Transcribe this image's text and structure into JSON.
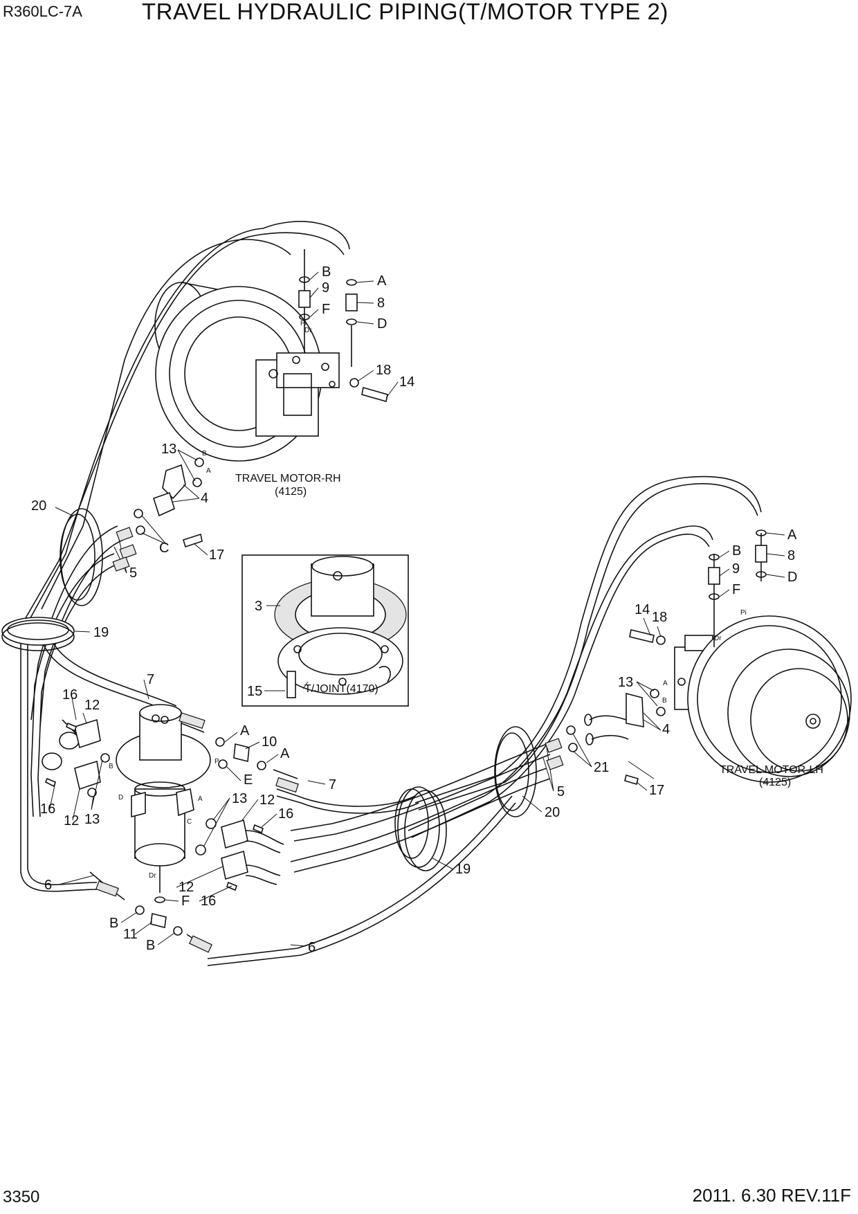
{
  "header": {
    "model": "R360LC-7A",
    "title": "TRAVEL HYDRAULIC PIPING(T/MOTOR TYPE 2)"
  },
  "footer": {
    "page": "3350",
    "revision": "2011. 6.30  REV.11F"
  },
  "components": {
    "motor_rh": {
      "name": "TRAVEL MOTOR-RH",
      "ref": "(4125)"
    },
    "motor_lh": {
      "name": "TRAVEL MOTOR-LH",
      "ref": "(4125)"
    },
    "turning_joint": {
      "name": "T/JOINT(4170)"
    }
  },
  "callouts": [
    {
      "id": "c-rh-B",
      "text": "B"
    },
    {
      "id": "c-rh-9",
      "text": "9"
    },
    {
      "id": "c-rh-F",
      "text": "F"
    },
    {
      "id": "c-rh-A",
      "text": "A"
    },
    {
      "id": "c-rh-8",
      "text": "8"
    },
    {
      "id": "c-rh-D",
      "text": "D"
    },
    {
      "id": "c-rh-18",
      "text": "18"
    },
    {
      "id": "c-rh-14",
      "text": "14"
    },
    {
      "id": "c-rh-13",
      "text": "13"
    },
    {
      "id": "c-rh-4",
      "text": "4"
    },
    {
      "id": "c-rh-C",
      "text": "C"
    },
    {
      "id": "c-rh-17",
      "text": "17"
    },
    {
      "id": "c-rh-5",
      "text": "5"
    },
    {
      "id": "c-20a",
      "text": "20"
    },
    {
      "id": "c-19a",
      "text": "19"
    },
    {
      "id": "c-3",
      "text": "3"
    },
    {
      "id": "c-15",
      "text": "15"
    },
    {
      "id": "c-lh-A",
      "text": "A"
    },
    {
      "id": "c-lh-8",
      "text": "8"
    },
    {
      "id": "c-lh-B",
      "text": "B"
    },
    {
      "id": "c-lh-9",
      "text": "9"
    },
    {
      "id": "c-lh-F",
      "text": "F"
    },
    {
      "id": "c-lh-D",
      "text": "D"
    },
    {
      "id": "c-lh-14",
      "text": "14"
    },
    {
      "id": "c-lh-18",
      "text": "18"
    },
    {
      "id": "c-lh-13",
      "text": "13"
    },
    {
      "id": "c-lh-4",
      "text": "4"
    },
    {
      "id": "c-lh-21",
      "text": "21"
    },
    {
      "id": "c-lh-17",
      "text": "17"
    },
    {
      "id": "c-lh-5",
      "text": "5"
    },
    {
      "id": "c-20b",
      "text": "20"
    },
    {
      "id": "c-19b",
      "text": "19"
    },
    {
      "id": "c-7a",
      "text": "7"
    },
    {
      "id": "c-7b",
      "text": "7"
    },
    {
      "id": "c-16a",
      "text": "16"
    },
    {
      "id": "c-12a",
      "text": "12"
    },
    {
      "id": "c-16b",
      "text": "16"
    },
    {
      "id": "c-12b",
      "text": "12"
    },
    {
      "id": "c-13a",
      "text": "13"
    },
    {
      "id": "c-tj-A1",
      "text": "A"
    },
    {
      "id": "c-10",
      "text": "10"
    },
    {
      "id": "c-tj-A2",
      "text": "A"
    },
    {
      "id": "c-tj-E",
      "text": "E"
    },
    {
      "id": "c-13b",
      "text": "13"
    },
    {
      "id": "c-12c",
      "text": "12"
    },
    {
      "id": "c-16c",
      "text": "16"
    },
    {
      "id": "c-12d",
      "text": "12"
    },
    {
      "id": "c-16d",
      "text": "16"
    },
    {
      "id": "c-6a",
      "text": "6"
    },
    {
      "id": "c-6b",
      "text": "6"
    },
    {
      "id": "c-tj-F",
      "text": "F"
    },
    {
      "id": "c-tj-B1",
      "text": "B"
    },
    {
      "id": "c-11",
      "text": "11"
    },
    {
      "id": "c-tj-B2",
      "text": "B"
    }
  ],
  "port_marks": [
    "B",
    "A",
    "Dr",
    "Pi",
    "Dr",
    "Pi",
    "A",
    "B",
    "B",
    "D",
    "P",
    "A",
    "C",
    "Dr"
  ]
}
